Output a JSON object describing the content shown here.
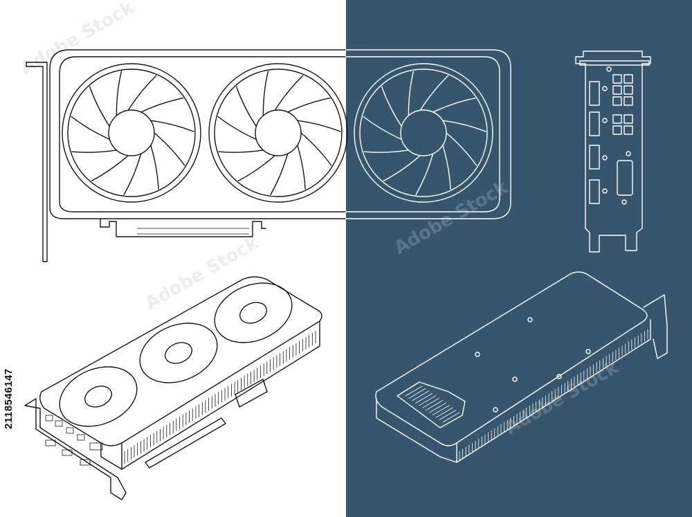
{
  "stock_id": "2118546147",
  "watermark_text": "Adobe Stock",
  "colors": {
    "paper": "#ffffff",
    "blueprint": "#37566e",
    "ink": "#151515",
    "blueprint_line": "#ffffff"
  },
  "views": [
    {
      "name": "front-view",
      "style": "line-drawing"
    },
    {
      "name": "io-bracket-view",
      "style": "blueprint"
    },
    {
      "name": "isometric-fan-view",
      "style": "line-drawing"
    },
    {
      "name": "isometric-backplate-view",
      "style": "blueprint"
    }
  ]
}
